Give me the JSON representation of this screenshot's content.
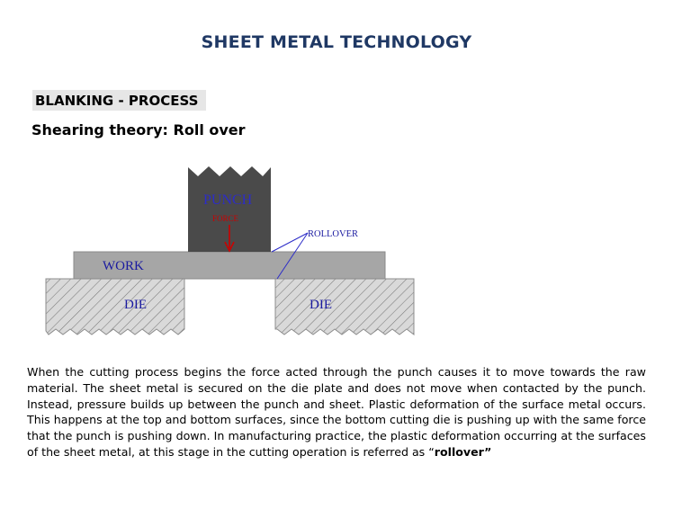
{
  "title": "SHEET  METAL TECHNOLOGY",
  "section_label": "BLANKING - PROCESS",
  "subtitle": "Shearing theory: Roll over",
  "diagram": {
    "punch_label": "PUNCH",
    "force_label": "FORCE",
    "rollover_label": "ROLLOVER",
    "work_label": "WORK",
    "die_left_label": "DIE",
    "die_right_label": "DIE",
    "colors": {
      "punch": "#4a4a4a",
      "work": "#a6a6a6",
      "die": "#d9d9d9",
      "label": "#1a1aa0",
      "force": "#cc0000"
    }
  },
  "body": {
    "text": "When the cutting process begins the force acted through the punch causes it to move towards the raw material. The sheet metal is secured on the die plate and does not move when contacted by the punch. Instead, pressure builds up between the punch and sheet. Plastic deformation of the surface metal occurs. This happens at the top and bottom surfaces, since the bottom cutting die is pushing up with the same force that the punch is pushing down. In manufacturing practice, the plastic deformation occurring at the surfaces of the sheet metal, at this stage in the cutting operation is referred as “",
    "emphasis": "rollover”"
  }
}
